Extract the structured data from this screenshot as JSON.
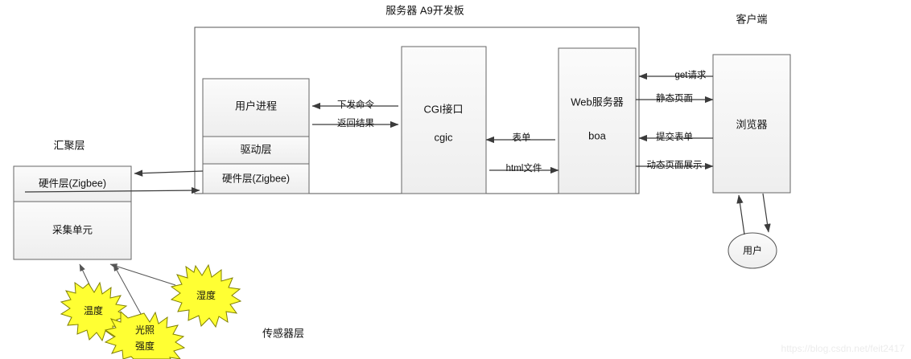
{
  "diagram": {
    "section_titles": {
      "server": "服务器   A9开发板",
      "client": "客户端",
      "aggregation": "汇聚层",
      "sensor": "传感器层"
    },
    "aggregation_boxes": [
      {
        "label": "硬件层(Zigbee)"
      },
      {
        "label": "采集单元"
      }
    ],
    "server_stack": [
      {
        "label": "用户进程"
      },
      {
        "label": "驱动层"
      },
      {
        "label": "硬件层(Zigbee)"
      }
    ],
    "cgi_box": {
      "title": "CGI接口",
      "subtitle": "cgic"
    },
    "web_box": {
      "title": "Web服务器",
      "subtitle": "boa"
    },
    "browser_box": {
      "label": "浏览器"
    },
    "user_oval": {
      "label": "用户"
    },
    "sensors": [
      {
        "label": "温度"
      },
      {
        "label": "湿度"
      },
      {
        "label_line1": "光照",
        "label_line2": "强度"
      }
    ],
    "arrow_labels": {
      "cmd_down": "下发命令",
      "result_back": "返回结果",
      "form": "表单",
      "html_file": "html文件",
      "get_request": "get请求",
      "static_page": "静态页面",
      "submit_form": "提交表单",
      "dynamic_page": "动态页面展示"
    },
    "watermark": "https://blog.csdn.net/feit2417",
    "colors": {
      "star_fill": "#ffff33",
      "star_stroke": "#808000",
      "box_stroke": "#666666",
      "arrow": "#3b3b3b",
      "background": "#ffffff"
    }
  }
}
